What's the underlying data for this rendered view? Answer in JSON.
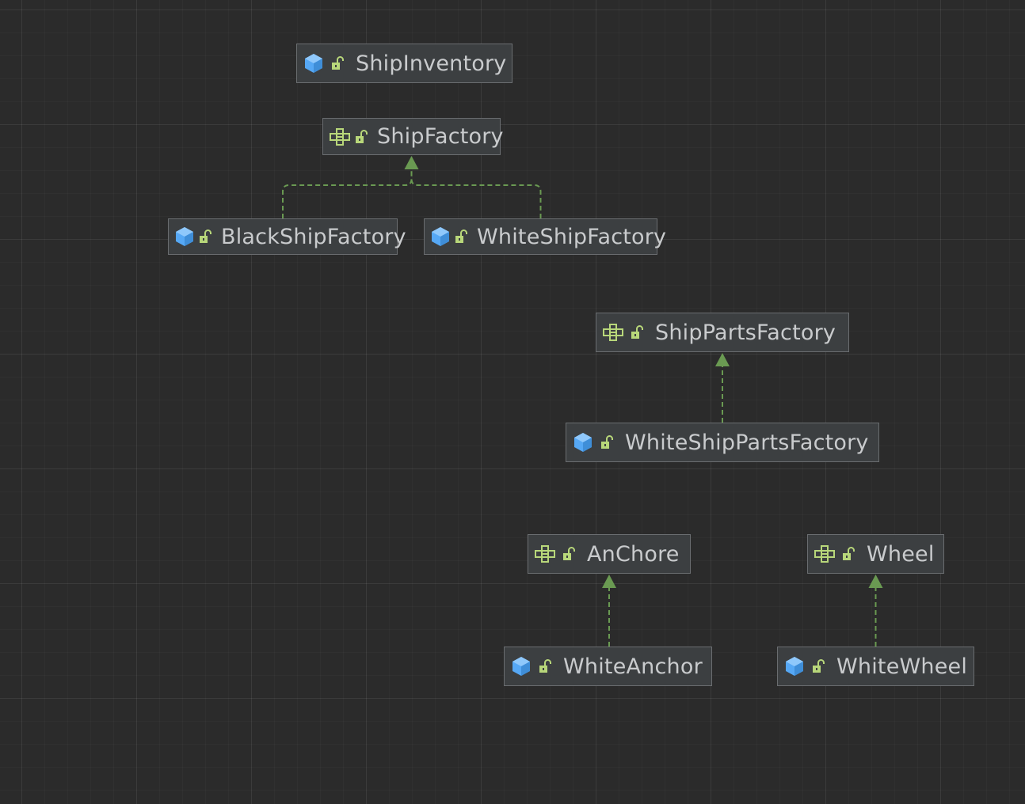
{
  "colors": {
    "background": "#2b2b2b",
    "node_fill": "#3c3f41",
    "node_border": "#6a6d70",
    "text": "#c9cbcd",
    "class_icon": "#56a8f5",
    "interface_icon": "#b8d77a",
    "lock_icon": "#b8d77a",
    "edge": "#6a9a52"
  },
  "nodes": [
    {
      "id": "ShipInventory",
      "label": "ShipInventory",
      "kind": "class",
      "kind_icon": "class-icon"
    },
    {
      "id": "ShipFactory",
      "label": "ShipFactory",
      "kind": "interface",
      "kind_icon": "interface-icon"
    },
    {
      "id": "BlackShipFactory",
      "label": "BlackShipFactory",
      "kind": "class",
      "kind_icon": "class-icon"
    },
    {
      "id": "WhiteShipFactory",
      "label": "WhiteShipFactory",
      "kind": "class",
      "kind_icon": "class-icon"
    },
    {
      "id": "ShipPartsFactory",
      "label": "ShipPartsFactory",
      "kind": "interface",
      "kind_icon": "interface-icon"
    },
    {
      "id": "WhiteShipPartsFactory",
      "label": "WhiteShipPartsFactory",
      "kind": "class",
      "kind_icon": "class-icon"
    },
    {
      "id": "AnChore",
      "label": "AnChore",
      "kind": "interface",
      "kind_icon": "interface-icon"
    },
    {
      "id": "Wheel",
      "label": "Wheel",
      "kind": "interface",
      "kind_icon": "interface-icon"
    },
    {
      "id": "WhiteAnchor",
      "label": "WhiteAnchor",
      "kind": "class",
      "kind_icon": "class-icon"
    },
    {
      "id": "WhiteWheel",
      "label": "WhiteWheel",
      "kind": "class",
      "kind_icon": "class-icon"
    }
  ],
  "edges": [
    {
      "from": "BlackShipFactory",
      "to": "ShipFactory",
      "type": "implements",
      "style": "dashed"
    },
    {
      "from": "WhiteShipFactory",
      "to": "ShipFactory",
      "type": "implements",
      "style": "dashed"
    },
    {
      "from": "WhiteShipPartsFactory",
      "to": "ShipPartsFactory",
      "type": "implements",
      "style": "dashed"
    },
    {
      "from": "WhiteAnchor",
      "to": "AnChore",
      "type": "implements",
      "style": "dashed"
    },
    {
      "from": "WhiteWheel",
      "to": "Wheel",
      "type": "implements",
      "style": "dashed"
    }
  ]
}
